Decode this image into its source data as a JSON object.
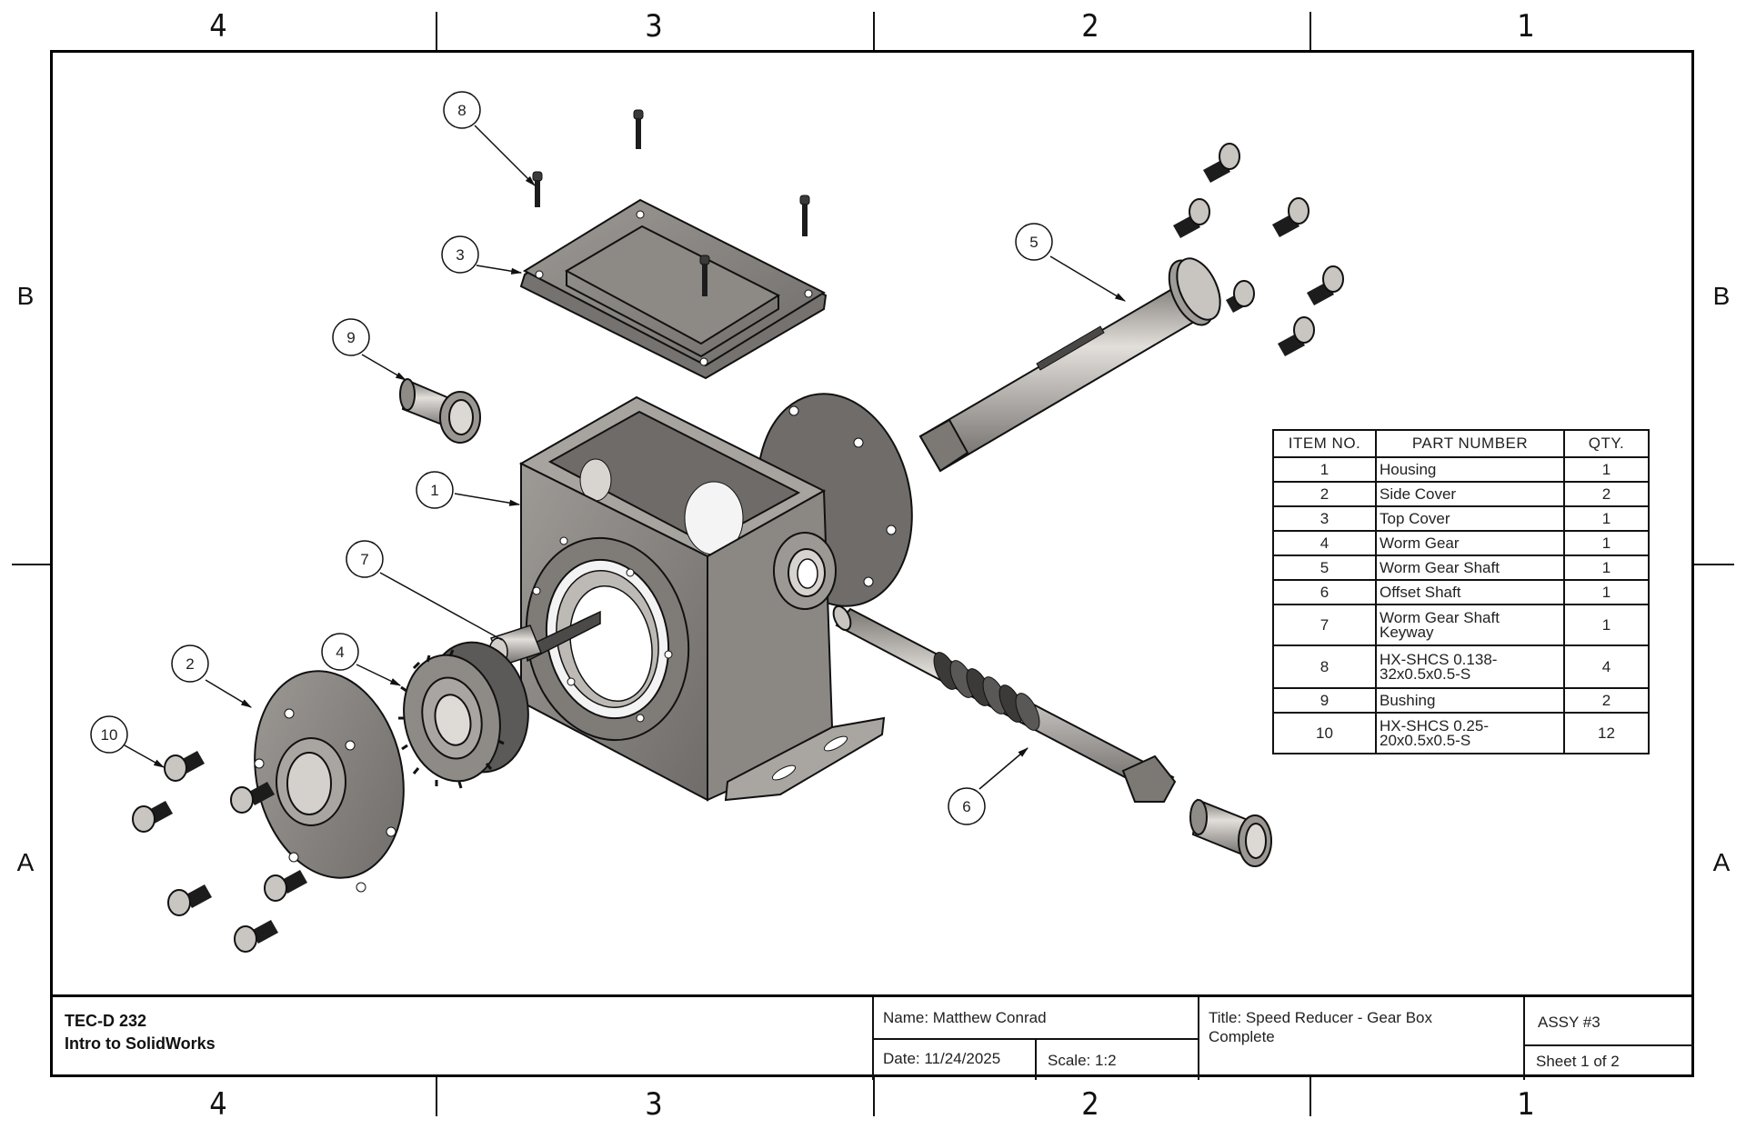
{
  "sheet": {
    "zones_top": [
      "4",
      "3",
      "2",
      "1"
    ],
    "zones_bottom": [
      "4",
      "3",
      "2",
      "1"
    ],
    "zones_left": [
      "B",
      "A"
    ],
    "zones_right": [
      "B",
      "A"
    ]
  },
  "balloons": [
    {
      "item": "1",
      "points_to": "Housing"
    },
    {
      "item": "2",
      "points_to": "Side Cover"
    },
    {
      "item": "3",
      "points_to": "Top Cover"
    },
    {
      "item": "4",
      "points_to": "Worm Gear"
    },
    {
      "item": "5",
      "points_to": "Worm Gear Shaft"
    },
    {
      "item": "6",
      "points_to": "Offset Shaft"
    },
    {
      "item": "7",
      "points_to": "Worm Gear Shaft Keyway"
    },
    {
      "item": "8",
      "points_to": "HX-SHCS 0.138-32x0.5x0.5-S"
    },
    {
      "item": "9",
      "points_to": "Bushing"
    },
    {
      "item": "10",
      "points_to": "HX-SHCS 0.25-20x0.5x0.5-S"
    }
  ],
  "bom": {
    "headers": [
      "ITEM NO.",
      "PART NUMBER",
      "QTY."
    ],
    "rows": [
      {
        "item": "1",
        "part": "Housing",
        "qty": "1"
      },
      {
        "item": "2",
        "part": "Side Cover",
        "qty": "2"
      },
      {
        "item": "3",
        "part": "Top Cover",
        "qty": "1"
      },
      {
        "item": "4",
        "part": "Worm Gear",
        "qty": "1"
      },
      {
        "item": "5",
        "part": "Worm Gear Shaft",
        "qty": "1"
      },
      {
        "item": "6",
        "part": "Offset Shaft",
        "qty": "1"
      },
      {
        "item": "7",
        "part_line1": "Worm Gear Shaft",
        "part_line2": "Keyway",
        "qty": "1"
      },
      {
        "item": "8",
        "part_line1": "HX-SHCS 0.138-",
        "part_line2": "32x0.5x0.5-S",
        "qty": "4"
      },
      {
        "item": "9",
        "part": "Bushing",
        "qty": "2"
      },
      {
        "item": "10",
        "part_line1": "HX-SHCS 0.25-",
        "part_line2": "20x0.5x0.5-S",
        "qty": "12"
      }
    ]
  },
  "title_block": {
    "course_code": "TEC-D 232",
    "course_name": "Intro to SolidWorks",
    "name": "Name: Matthew Conrad",
    "date": "Date: 11/24/2025",
    "scale": "Scale: 1:2",
    "title_line1": "Title: Speed Reducer - Gear Box",
    "title_line2": "Complete",
    "assembly": "ASSY #3",
    "sheet": "Sheet 1 of 2"
  },
  "colors": {
    "line": "#111111",
    "metal_light": "#bdbab6",
    "metal_mid": "#8a8783",
    "metal_dark": "#5e5b58",
    "screw_thread": "#1c1c1c"
  }
}
